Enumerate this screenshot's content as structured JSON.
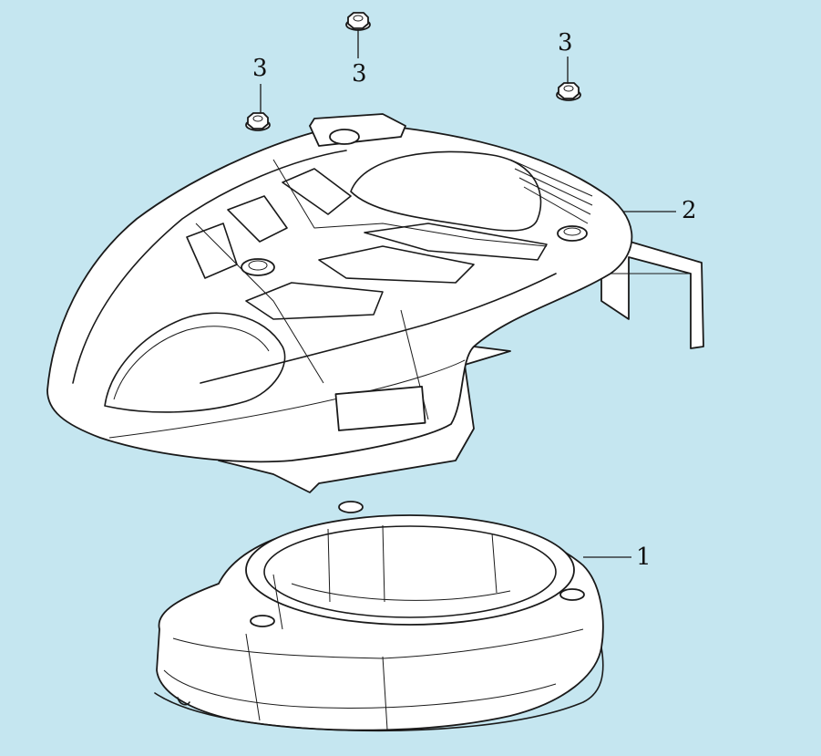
{
  "callouts": {
    "part_1": "1",
    "part_2": "2",
    "part_3_left": "3",
    "part_3_middle": "3",
    "part_3_right": "3"
  },
  "colors": {
    "background": "#c5e6f0",
    "line": "#1a1a1a",
    "part_fill": "#ffffff"
  }
}
